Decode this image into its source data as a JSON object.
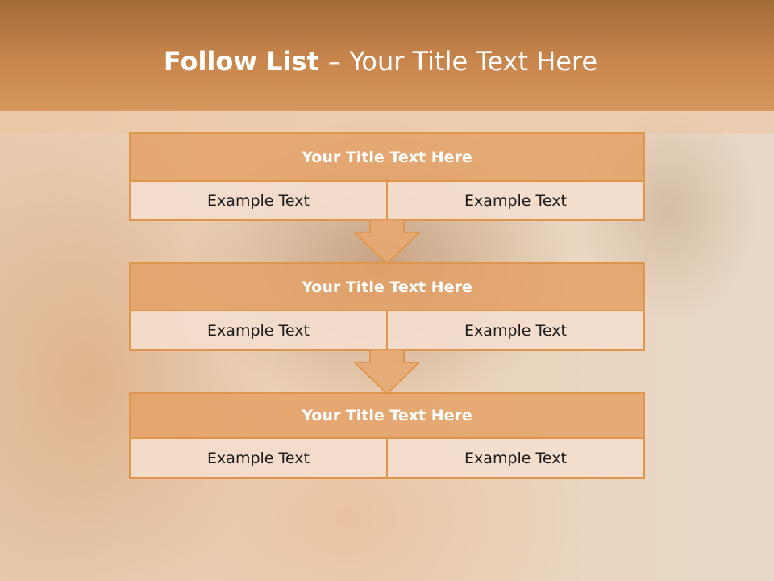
{
  "slide": {
    "title_bold": "Follow List ",
    "title_rest": " – Your Title Text Here"
  },
  "blocks": [
    {
      "title": "Your Title Text Here",
      "cells": [
        "Example Text",
        "Example Text"
      ]
    },
    {
      "title": "Your Title Text Here",
      "cells": [
        "Example Text",
        "Example Text"
      ]
    },
    {
      "title": "Your Title Text Here",
      "cells": [
        "Example Text",
        "Example Text"
      ]
    }
  ],
  "colors": {
    "header": "#c9864c",
    "block_border": "#e0954c",
    "block_head": "#e4a064",
    "cell_fill": "#f4dece",
    "arrow_fill": "#e8a870"
  },
  "icons": [
    "down-arrow-icon",
    "down-arrow-icon"
  ]
}
